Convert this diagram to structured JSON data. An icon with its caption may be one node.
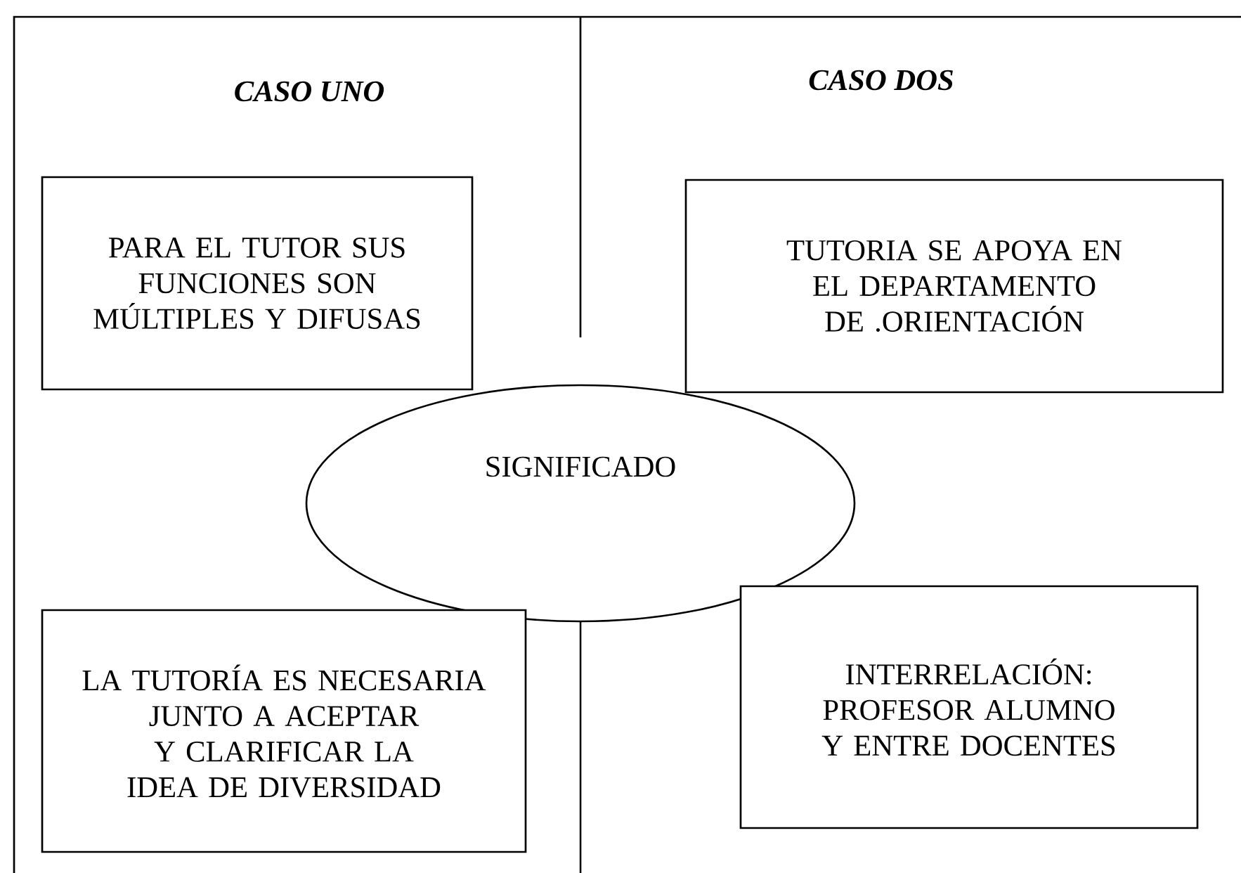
{
  "diagram": {
    "nodes": [
      {
        "text": [
          "PARA EL TUTOR SUS FUNCIONES SON MÚLTIPLES Y DIFUSAS"
        ]
      },
      {
        "text": [
          "TUTORIA SE APOYA EN EL DEPARTAMENTO DE .ORIENTACIÓN"
        ]
      },
      {
        "text": [
          "SIGNIFICADO"
        ]
      },
      {
        "text": [
          "LA TUTORÍA ES NECESARIA JUNTO A ACEPTAR Y CLARIFICAR LA IDEA DE DIVERSIDAD"
        ]
      },
      {
        "text": [
          "INTERRELACIÓN: PROFESOR ALUMNO Y ENTRE DOCENTES"
        ]
      }
    ],
    "edges": [],
    "labels": [
      "CASO UNO",
      "CASO DOS"
    ]
  }
}
